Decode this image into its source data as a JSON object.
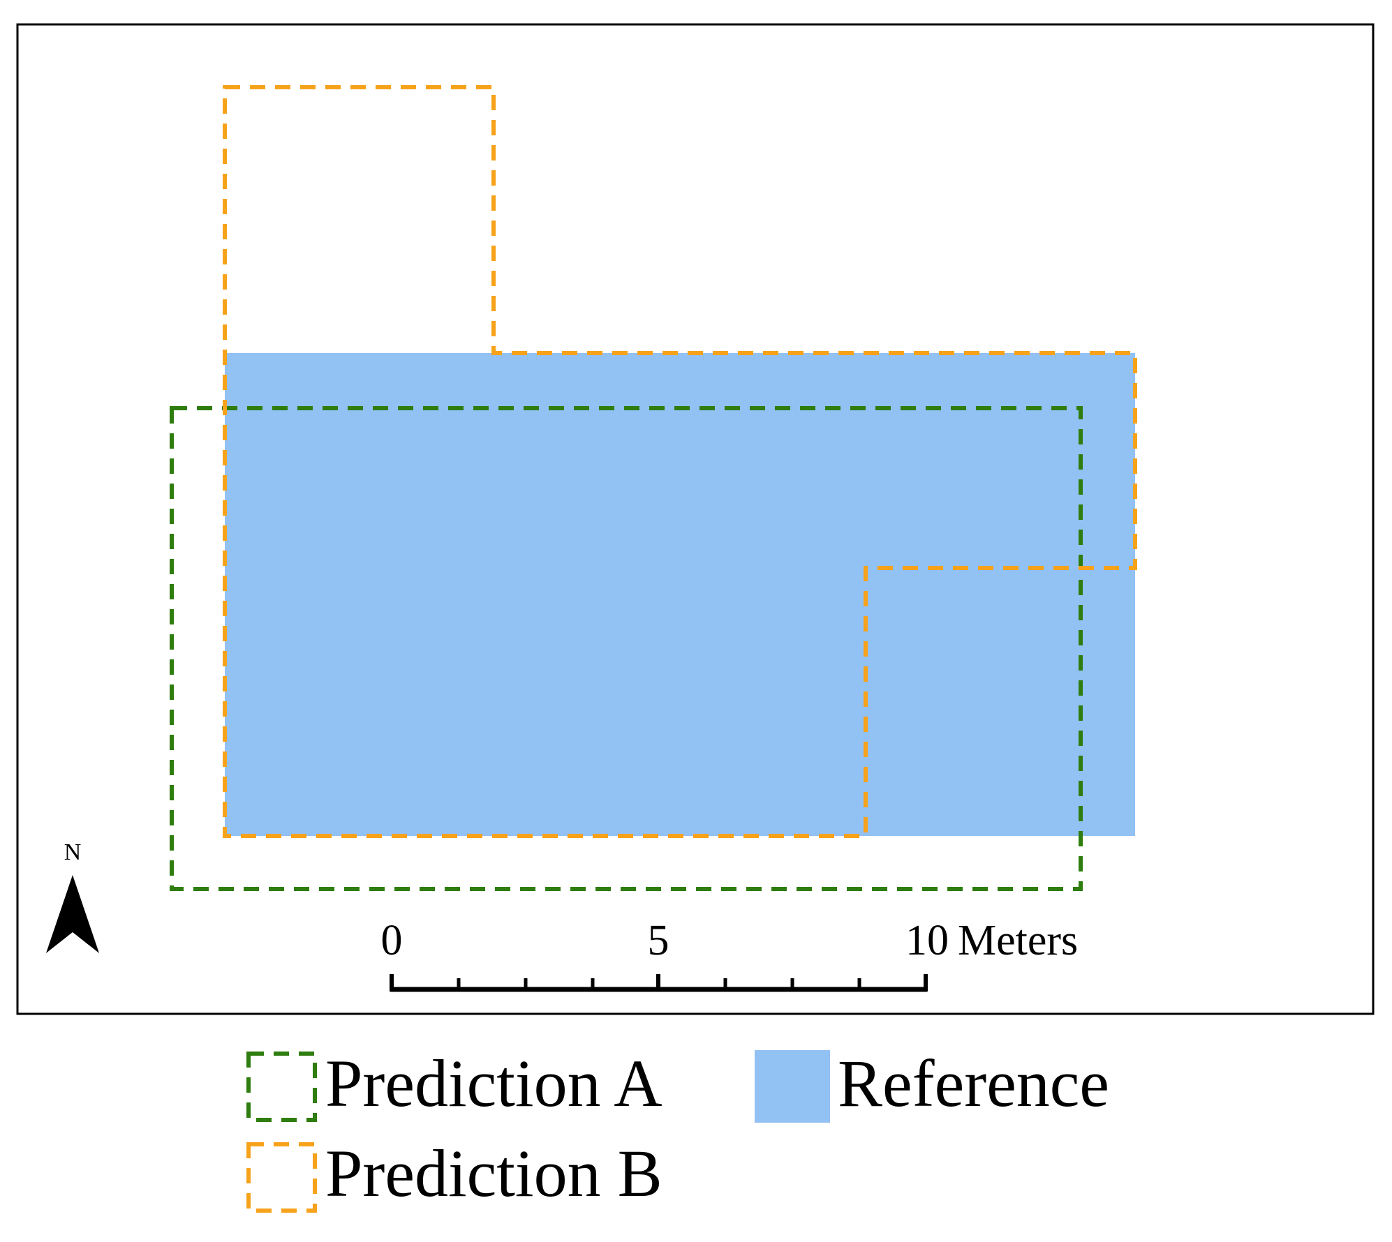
{
  "north_arrow": {
    "label": "N"
  },
  "scale_bar": {
    "ticks": [
      "0",
      "5",
      "10"
    ],
    "unit": "Meters"
  },
  "legend": {
    "items": [
      {
        "label": "Prediction A",
        "color": "#2e7d0e",
        "style": "dashed"
      },
      {
        "label": "Reference",
        "color": "#92c1f4",
        "style": "filled"
      },
      {
        "label": "Prediction B",
        "color": "#f7a21b",
        "style": "dashed"
      }
    ]
  },
  "colors": {
    "prediction_a": "#2e7d0e",
    "prediction_b": "#f7a21b",
    "reference": "#92c1f4",
    "frame": "#000000"
  }
}
